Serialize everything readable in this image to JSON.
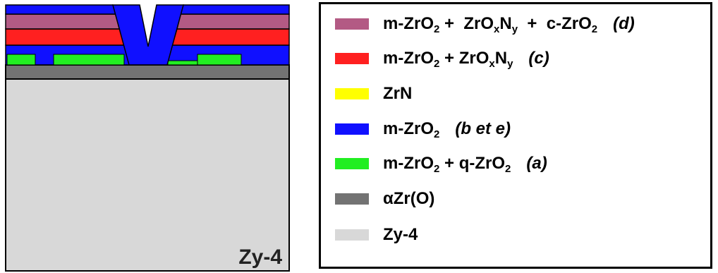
{
  "colors": {
    "purple_layer": "#b35a84",
    "red_layer": "#ff2020",
    "yellow_layer": "#ffff00",
    "blue_layer": "#1010ff",
    "green_layer": "#22ee22",
    "dark_gray_layer": "#737373",
    "light_gray_substrate": "#d8d8d8"
  },
  "diagram": {
    "substrate_label": "Zy-4"
  },
  "legend": {
    "items": [
      {
        "color": "#b35a84",
        "parts": [
          {
            "t": "m-ZrO"
          },
          {
            "sub": "2"
          },
          {
            "t": " +  ZrO"
          },
          {
            "sub": "x"
          },
          {
            "t": "N"
          },
          {
            "sub": "y"
          },
          {
            "t": "  +  c-ZrO"
          },
          {
            "sub": "2"
          }
        ],
        "ref": "(d)"
      },
      {
        "color": "#ff2020",
        "parts": [
          {
            "t": "m-ZrO"
          },
          {
            "sub": "2"
          },
          {
            "t": " + ZrO"
          },
          {
            "sub": "x"
          },
          {
            "t": "N"
          },
          {
            "sub": "y"
          }
        ],
        "ref": "(c)"
      },
      {
        "color": "#ffff00",
        "parts": [
          {
            "t": "ZrN"
          }
        ],
        "ref": ""
      },
      {
        "color": "#1010ff",
        "parts": [
          {
            "t": "m-ZrO"
          },
          {
            "sub": "2"
          }
        ],
        "ref": "(b et e)"
      },
      {
        "color": "#22ee22",
        "parts": [
          {
            "t": "m-ZrO"
          },
          {
            "sub": "2"
          },
          {
            "t": " + q-ZrO"
          },
          {
            "sub": "2"
          }
        ],
        "ref": "(a)"
      },
      {
        "color": "#737373",
        "parts": [
          {
            "t": "αZr(O)"
          }
        ],
        "ref": ""
      },
      {
        "color": "#d8d8d8",
        "parts": [
          {
            "t": "Zy-4"
          }
        ],
        "ref": ""
      }
    ]
  }
}
